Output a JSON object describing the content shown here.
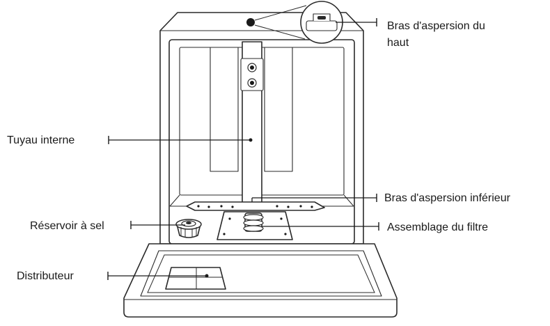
{
  "labels": {
    "upper_spray_arm_line1": "Bras d'aspersion du",
    "upper_spray_arm_line2": "haut",
    "internal_pipe": "Tuyau interne",
    "lower_spray_arm": "Bras d'aspersion inférieur",
    "salt_reservoir": "Réservoir à sel",
    "filter_assembly": "Assemblage du filtre",
    "dispenser": "Distributeur"
  },
  "colors": {
    "outline": "#2a2a2a",
    "text": "#1a1a1a",
    "background": "#ffffff"
  }
}
